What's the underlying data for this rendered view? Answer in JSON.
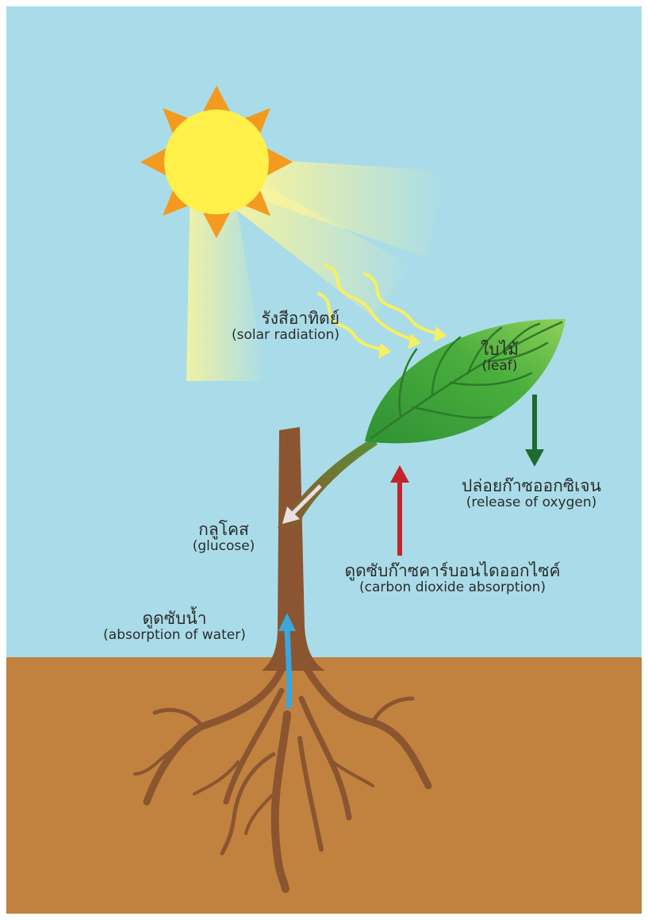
{
  "colors": {
    "sky": "#a9dce8",
    "soil": "#c0823e",
    "trunk": "#8a5530",
    "sun": "#fff04a",
    "sun_rays": "#f39a1f",
    "leaf": "#3fa639",
    "oxygen_arrow": "#1f6b2f",
    "co2_arrow": "#c4232b",
    "water_arrow": "#3aa6dd",
    "glucose_arrow": "#e9dfe0",
    "light_arrows": "#f7ef63"
  },
  "labels": {
    "solar": {
      "th": "รังสีอาทิตย์",
      "en": "(solar radiation)"
    },
    "leaf": {
      "th": "ใบไม้",
      "en": "(leaf)"
    },
    "oxygen": {
      "th": "ปล่อยก๊าซออกซิเจน",
      "en": "(release of oxygen)"
    },
    "glucose": {
      "th": "กลูโคส",
      "en": "(glucose)"
    },
    "co2": {
      "th": "ดูดซับก๊าซคาร์บอนไดออกไซค์",
      "en": "(carbon dioxide absorption)"
    },
    "water": {
      "th": "ดูดซับน้ำ",
      "en": "(absorption of water)"
    }
  }
}
